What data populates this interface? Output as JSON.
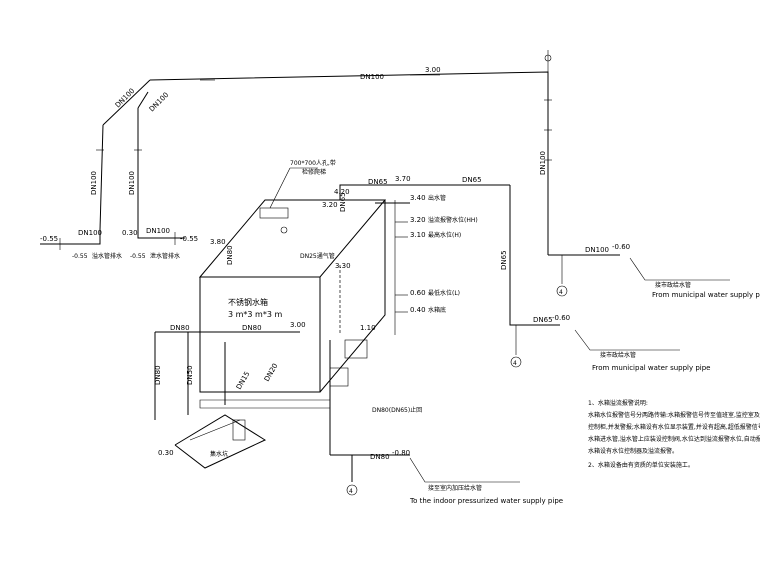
{
  "labels": {
    "top_main_dn": "DN100",
    "top_main_elev": "3.00",
    "left_branch1_dn": "DN100",
    "left_branch2_dn": "DN100",
    "left_riser1_dn": "DN100",
    "left_riser2_dn": "DN100",
    "right_riser_dn": "DN100",
    "valve1_elev": "-0.55",
    "valve1_dn": "DN100",
    "valve1_sub": "-0.55",
    "valve1_sub_text": "溢水管排水",
    "valve2_elev": "0.30",
    "valve2_dn": "DN100",
    "valve2_elev_r": "-0.55",
    "valve2_sub": "-0.55",
    "valve2_sub_text": "泄水管排水",
    "tank_top_elev": "3.80",
    "tank_top_dn": "DN65",
    "manhole_note": "700*700人孔,带",
    "manhole_note2": "检修爬梯",
    "elev_320_a": "3.20",
    "elev_420": "4.20",
    "elev_370": "3.70",
    "dn65_top": "DN65",
    "dn65_top2": "DN65",
    "elev_340": "3.40",
    "lbl_340": "出水管",
    "elev_320_b": "3.20",
    "lbl_320": "溢流报警水位(HH)",
    "elev_310": "3.10",
    "lbl_310": "最高水位(H)",
    "elev_330": "3.30",
    "dn25_note": "DN25通气管",
    "elev_060": "0.60",
    "lbl_060": "最低水位(L)",
    "elev_040": "0.40",
    "lbl_040": "水箱底",
    "elev_110": "1.10",
    "dn80_tank": "DN80",
    "dn80_tank2": "DN80",
    "elev_300": "3.00",
    "tank_name": "不锈钢水箱",
    "tank_size": "3 m*3 m*3 m",
    "dn80_v1": "DN80",
    "dn80_v2": "DN80",
    "dn50": "DN50",
    "dn_small": "DN15",
    "dn_small2": "DN20",
    "elev_030": "0.30",
    "pump_note": "集水坑",
    "pump_label": "DN80(DN65)止回",
    "dn65_right": "DN65",
    "dn65_right_elev": "-0.60",
    "dn100_right": "DN100",
    "dn100_right_elev": "-0.60",
    "dn80_bottom": "DN80",
    "dn80_bottom_elev": "-0.80",
    "right_cn_1": "接市政给水管",
    "right_en_1": "From municipal water supply pipe",
    "mid_cn_2": "接市政给水管",
    "mid_en_2": "From municipal water supply pipe",
    "bottom_cn": "接至室内加压给水管",
    "bottom_en": "To the indoor pressurized water supply pipe",
    "circle_num": "4"
  },
  "notes": [
    "1、水箱溢流报警说明:",
    "水箱水位报警信号分两路传输:水箱报警信号传至值班室,监控室及水泵",
    "控制柜,并发警报;水箱设有水位显示装置,并设有超高,超低报警信号",
    "水箱进水管,溢水管上应装设控制阀,水位达到溢流报警水位,自动报警,",
    "水箱设有水位控制器及溢流报警。",
    "2、水箱设备由有资质的单位安装施工。"
  ]
}
